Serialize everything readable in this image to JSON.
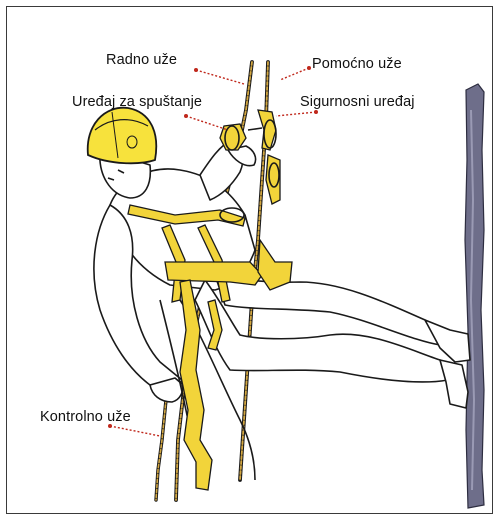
{
  "labels": {
    "working_rope": "Radno uže",
    "backup_rope": "Pomoćno uže",
    "descender": "Uređaj za spuštanje",
    "safety_device": "Sigurnosni uređaj",
    "control_rope": "Kontrolno uže"
  },
  "colors": {
    "leader": "#c0281c",
    "outline": "#1a1a1a",
    "harness": "#f2d43a",
    "helmet": "#f7e23c",
    "rope": "#b48a2a",
    "wall": "#6e6e8a",
    "frame": "#3a3a3a"
  },
  "icons": {
    "worker": "rope-access-worker-icon",
    "helmet": "helmet-icon",
    "wall": "wall-icon"
  }
}
